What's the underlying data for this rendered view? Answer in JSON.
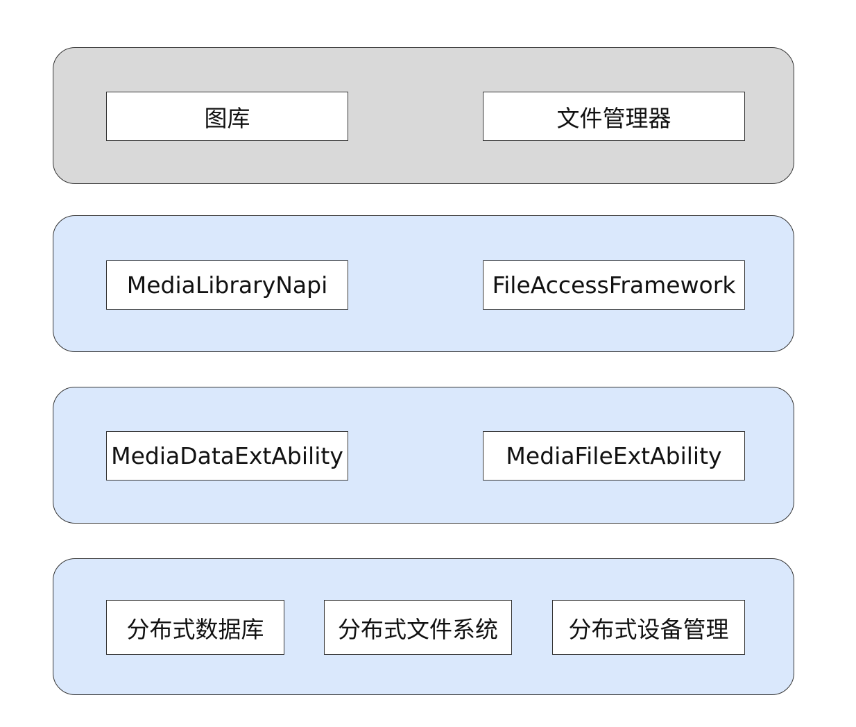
{
  "colors": {
    "app_layer_fill": "#d9d9d9",
    "service_layer_fill": "#dae8fc",
    "box_fill": "#ffffff",
    "stroke": "#333333"
  },
  "layers": [
    {
      "boxes": [
        "图库",
        "文件管理器"
      ]
    },
    {
      "boxes": [
        "MediaLibraryNapi",
        "FileAccessFramework"
      ]
    },
    {
      "boxes": [
        "MediaDataExtAbility",
        "MediaFileExtAbility"
      ]
    },
    {
      "boxes": [
        "分布式数据库",
        "分布式文件系统",
        "分布式设备管理"
      ]
    }
  ]
}
